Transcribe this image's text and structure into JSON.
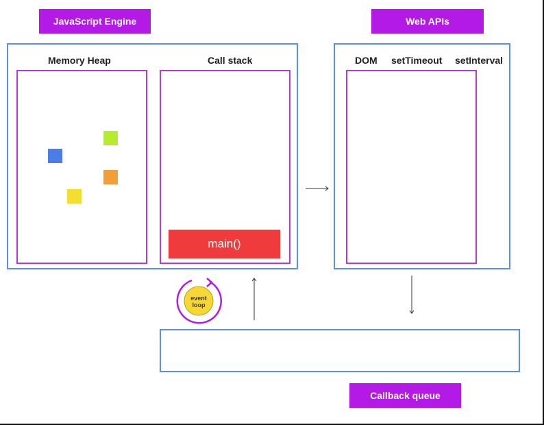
{
  "engine": {
    "title": "JavaScript Engine",
    "memory_heap_label": "Memory Heap",
    "call_stack_label": "Call stack",
    "call_stack_frames": [
      "main()"
    ]
  },
  "web_apis": {
    "title": "Web APIs",
    "apis": [
      "DOM",
      "setTimeout",
      "setInterval"
    ]
  },
  "callback_queue": {
    "title": "Callback queue"
  },
  "event_loop": {
    "label": "event\nloop"
  },
  "colors": {
    "tag_purple": "#b41ae6",
    "box_blue": "#5b8def",
    "box_purple": "#b43ad8",
    "frame_red": "#ef3b3b",
    "heap_blue": "#4a7ee6",
    "heap_green": "#b5ec30",
    "heap_orange": "#f0a03a",
    "heap_yellow": "#f2df30",
    "event_loop_fill": "#f5d735"
  }
}
